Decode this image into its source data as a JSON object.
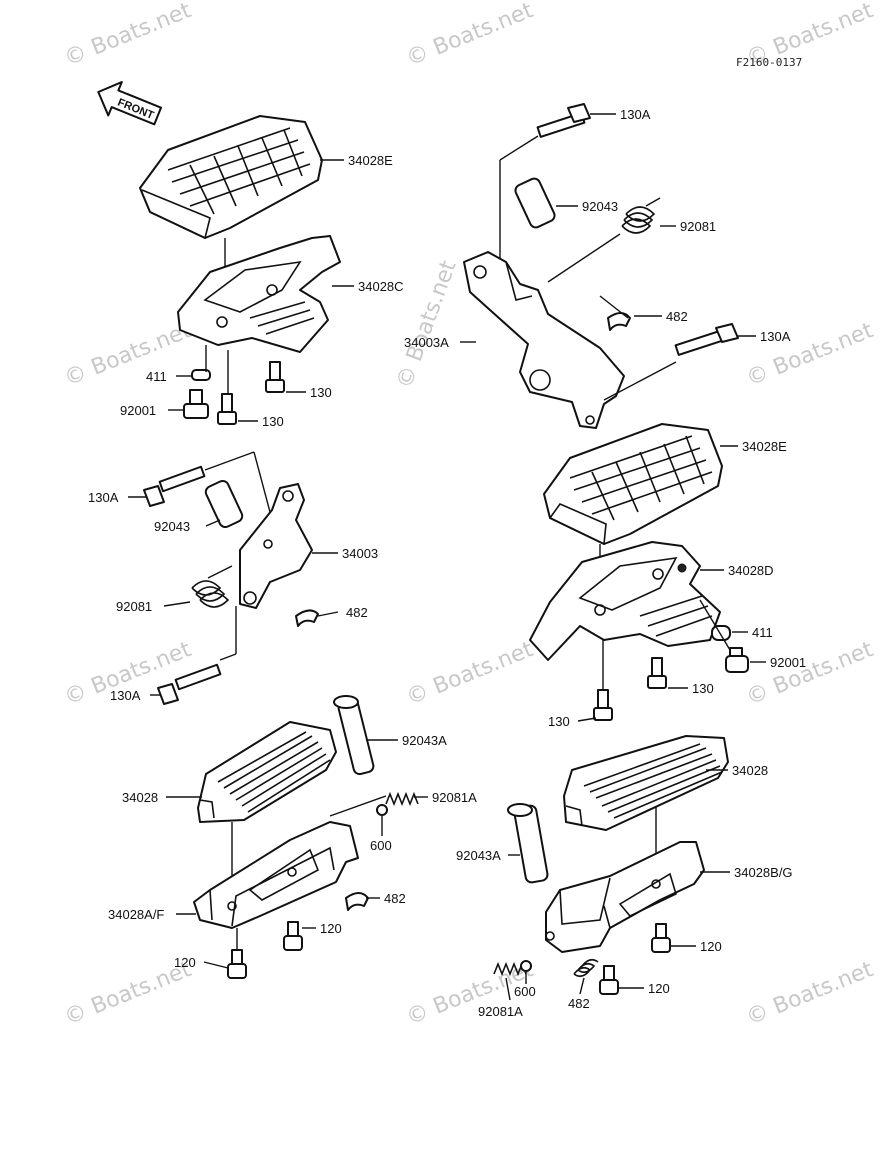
{
  "diagram_code": "F2160-0137",
  "front_label": "FRONT",
  "watermark": "© Boats.net",
  "labels": {
    "p34028E_a": "34028E",
    "p34028C": "34028C",
    "p411_a": "411",
    "p92001_a": "92001",
    "p130_a": "130",
    "p130_b": "130",
    "p130A_a": "130A",
    "p92043_a": "92043",
    "p34003": "34003",
    "p92081_a": "92081",
    "p482_a": "482",
    "p130A_b": "130A",
    "p130A_c": "130A",
    "p92043_b": "92043",
    "p92081_b": "92081",
    "p482_b": "482",
    "p34003A": "34003A",
    "p130A_d": "130A",
    "p34028E_b": "34028E",
    "p34028D": "34028D",
    "p411_b": "411",
    "p92001_b": "92001",
    "p130_c": "130",
    "p130_d": "130",
    "p92043A_a": "92043A",
    "p34028_a": "34028",
    "p92081A_a": "92081A",
    "p600_a": "600",
    "p482_c": "482",
    "p34028AF": "34028A/F",
    "p120_a": "120",
    "p120_b": "120",
    "p34028_b": "34028",
    "p92043A_b": "92043A",
    "p34028BG": "34028B/G",
    "p120_c": "120",
    "p600_b": "600",
    "p482_d": "482",
    "p120_d": "120",
    "p92081A_b": "92081A"
  }
}
